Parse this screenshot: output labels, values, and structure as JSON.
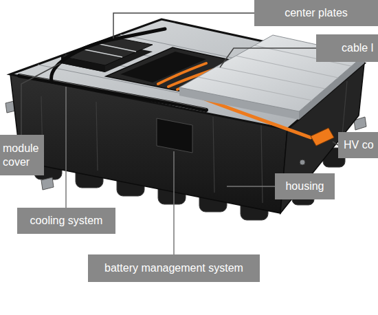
{
  "diagram": {
    "nodes": [
      {
        "text": [
          "center plates"
        ]
      },
      {
        "text": [
          "cable l"
        ]
      },
      {
        "text": [
          "module cover"
        ]
      },
      {
        "text": [
          "HV co"
        ]
      },
      {
        "text": [
          "housing"
        ]
      },
      {
        "text": [
          "cooling system"
        ]
      },
      {
        "text": [
          "battery management system"
        ]
      }
    ]
  }
}
